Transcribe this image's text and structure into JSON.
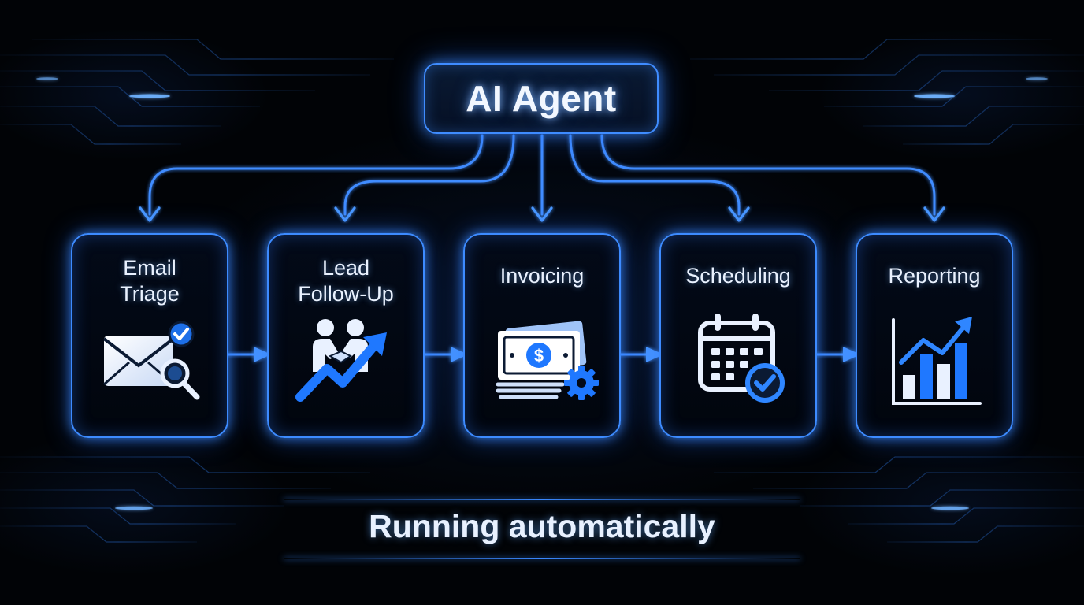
{
  "colors": {
    "background": "#010306",
    "accent": "#3d8bff",
    "accent_light": "#6fb2ff",
    "text": "#eaf2ff"
  },
  "agent": {
    "title": "AI Agent"
  },
  "tasks": [
    {
      "label": "Email\nTriage",
      "icon": "email-search-check-icon"
    },
    {
      "label": "Lead\nFollow-Up",
      "icon": "handshake-growth-icon"
    },
    {
      "label": "Invoicing",
      "icon": "money-gear-icon"
    },
    {
      "label": "Scheduling",
      "icon": "calendar-check-icon"
    },
    {
      "label": "Reporting",
      "icon": "bar-chart-trend-icon"
    }
  ],
  "footer": {
    "text": "Running automatically"
  }
}
